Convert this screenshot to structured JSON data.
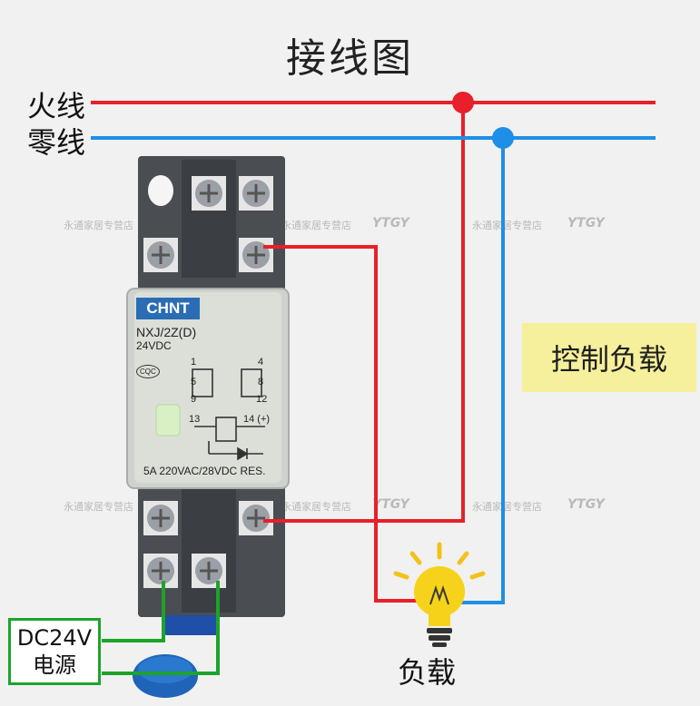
{
  "title": "接线图",
  "lines": {
    "live_label": "火线",
    "neutral_label": "零线",
    "live_color": "#e8202a",
    "neutral_color": "#1e8fe6",
    "control_wire_color": "#1ea32a"
  },
  "relay": {
    "brand": "CHNT",
    "brand_color": "#2a6db5",
    "model": "NXJ/2Z(D)",
    "voltage": "24VDC",
    "cert_mark": "CQC",
    "pin_labels": [
      "1",
      "4",
      "5",
      "8",
      "9",
      "12",
      "13",
      "14 (+)"
    ],
    "rating": "5A 220VAC/28VDC RES."
  },
  "control_load_label": "控制负载",
  "power_supply": {
    "line1": "DC24V",
    "line2": "电源"
  },
  "load_label": "负载",
  "watermarks": {
    "shop_name": "永通家居专营店",
    "logo_text": "YTGY"
  }
}
